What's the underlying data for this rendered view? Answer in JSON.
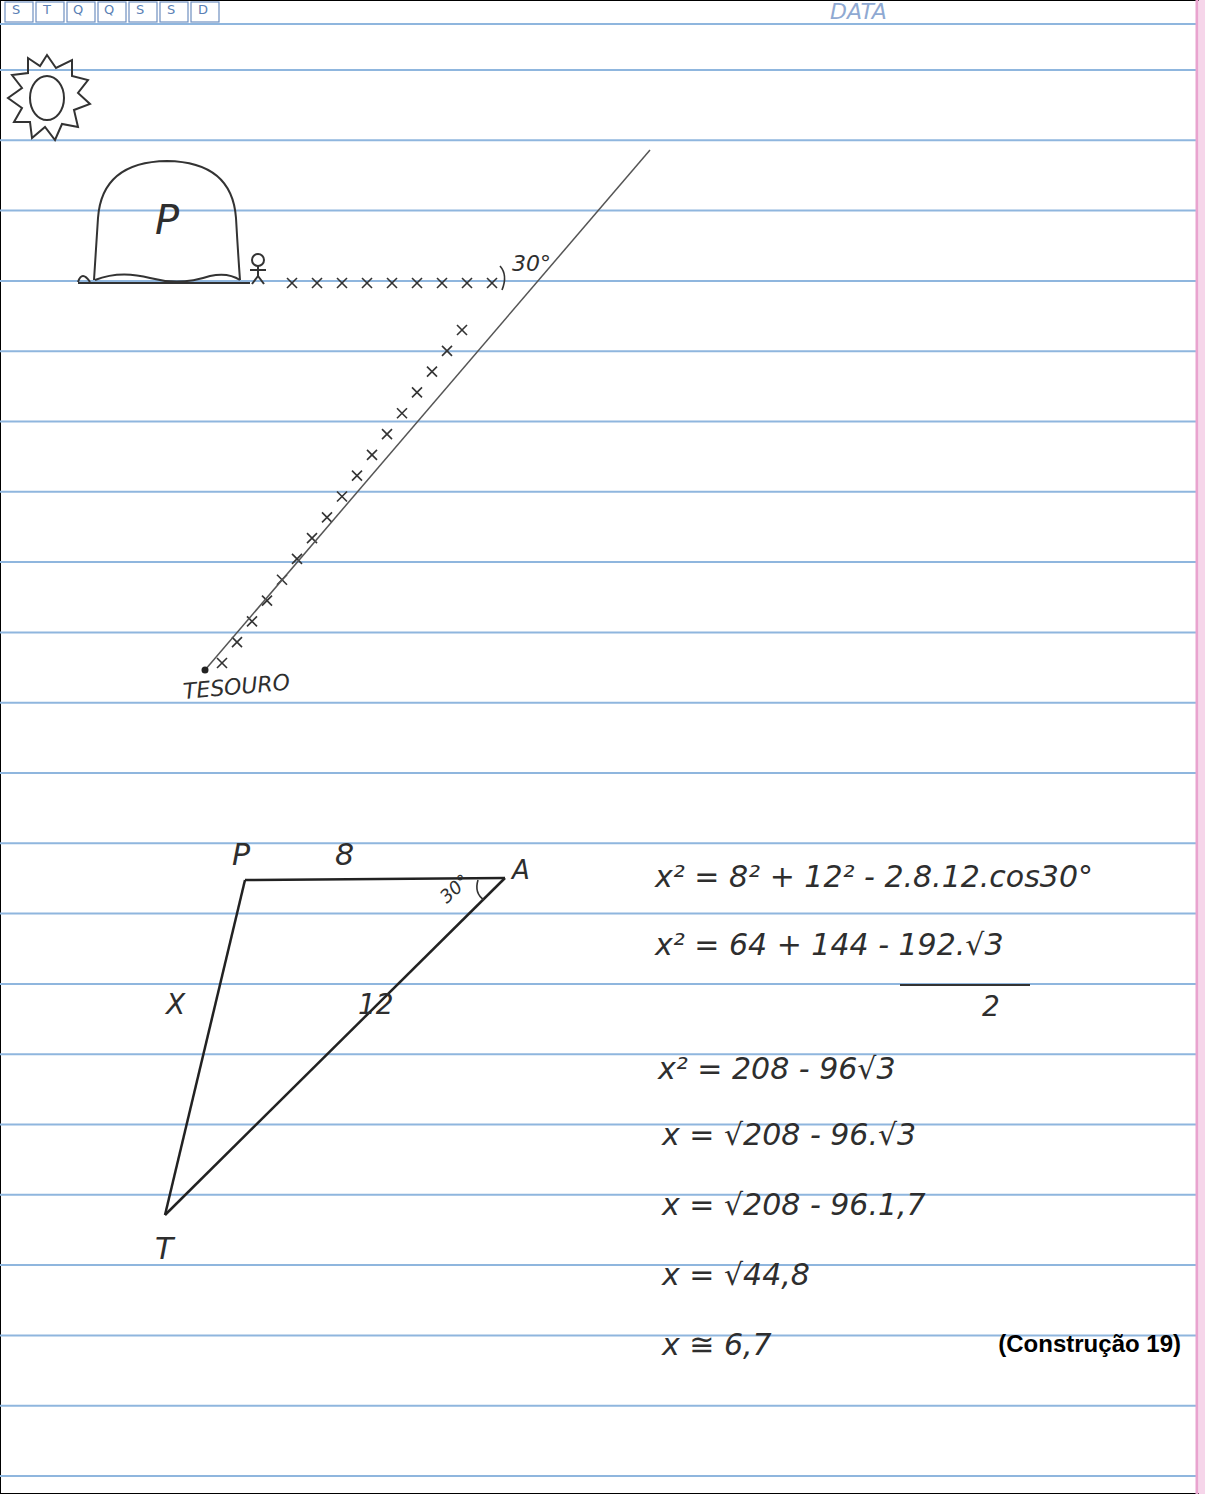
{
  "diagram": {
    "caption": "(Construção 19)",
    "nodes": [
      {
        "text": [
          "P"
        ]
      }
    ],
    "labels": [
      "S",
      "T",
      "Q",
      "Q",
      "S",
      "S",
      "D",
      "DATA",
      "30°",
      "TESOURO",
      "P",
      "8",
      "A",
      "30°",
      "X",
      "12",
      "T",
      "x² = 8² + 12² - 2.8.12.cos30°",
      "x² = 64 + 144 - 192.√3",
      "2",
      "x² = 208 - 96√3",
      "x = √208 - 96.√3",
      "x = √208 - 96.1,7",
      "x = √44,8",
      "x ≅ 6,7"
    ]
  }
}
